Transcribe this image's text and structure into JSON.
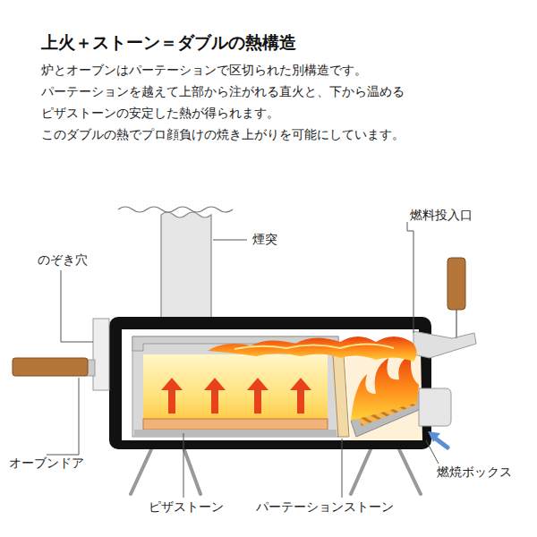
{
  "diagram": {
    "title": "上火＋ストーン＝ダブルの熱構造",
    "labels": [
      "炉とオーブンはパーテーションで区切られた別構造です。",
      "パーテーションを越えて上部から注がれる直火と、下から温める",
      "ピザストーンの安定した熱が得られます。",
      "このダブルの熱でプロ顔負けの焼き上がりを可能にしています。",
      "燃料投入口",
      "煙突",
      "のぞき穴",
      "オーブンドア",
      "燃焼ボックス",
      "ピザストーン",
      "パーテーションストーン"
    ]
  }
}
